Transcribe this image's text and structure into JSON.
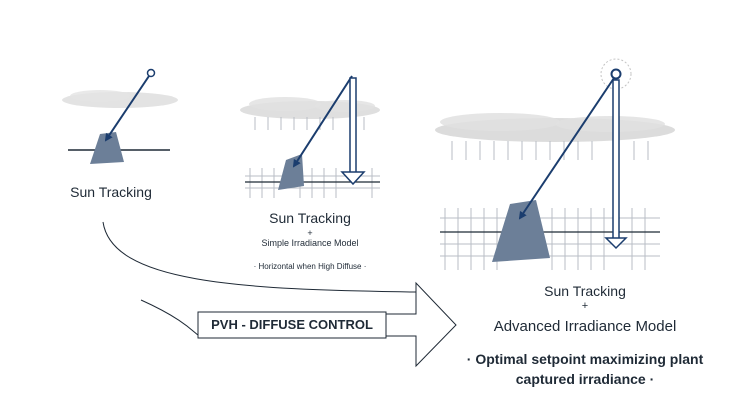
{
  "panel_basic": {
    "title": "Sun Tracking"
  },
  "panel_simple": {
    "title": "Sun Tracking",
    "plus": "+",
    "model": "Simple Irradiance Model",
    "note": "· Horizontal when High Diffuse ·"
  },
  "panel_advanced": {
    "title": "Sun Tracking",
    "plus": "+",
    "model": "Advanced Irradiance Model",
    "note": "· Optimal setpoint maximizing plant captured irradiance ·"
  },
  "control_label": "PVH - DIFFUSE CONTROL",
  "colors": {
    "ray": "#1b3d6e",
    "panel": "#6c7f98",
    "cloud": "#d9d9d9",
    "arrow_grey": "#b8bec6",
    "text": "#1f2a36"
  }
}
